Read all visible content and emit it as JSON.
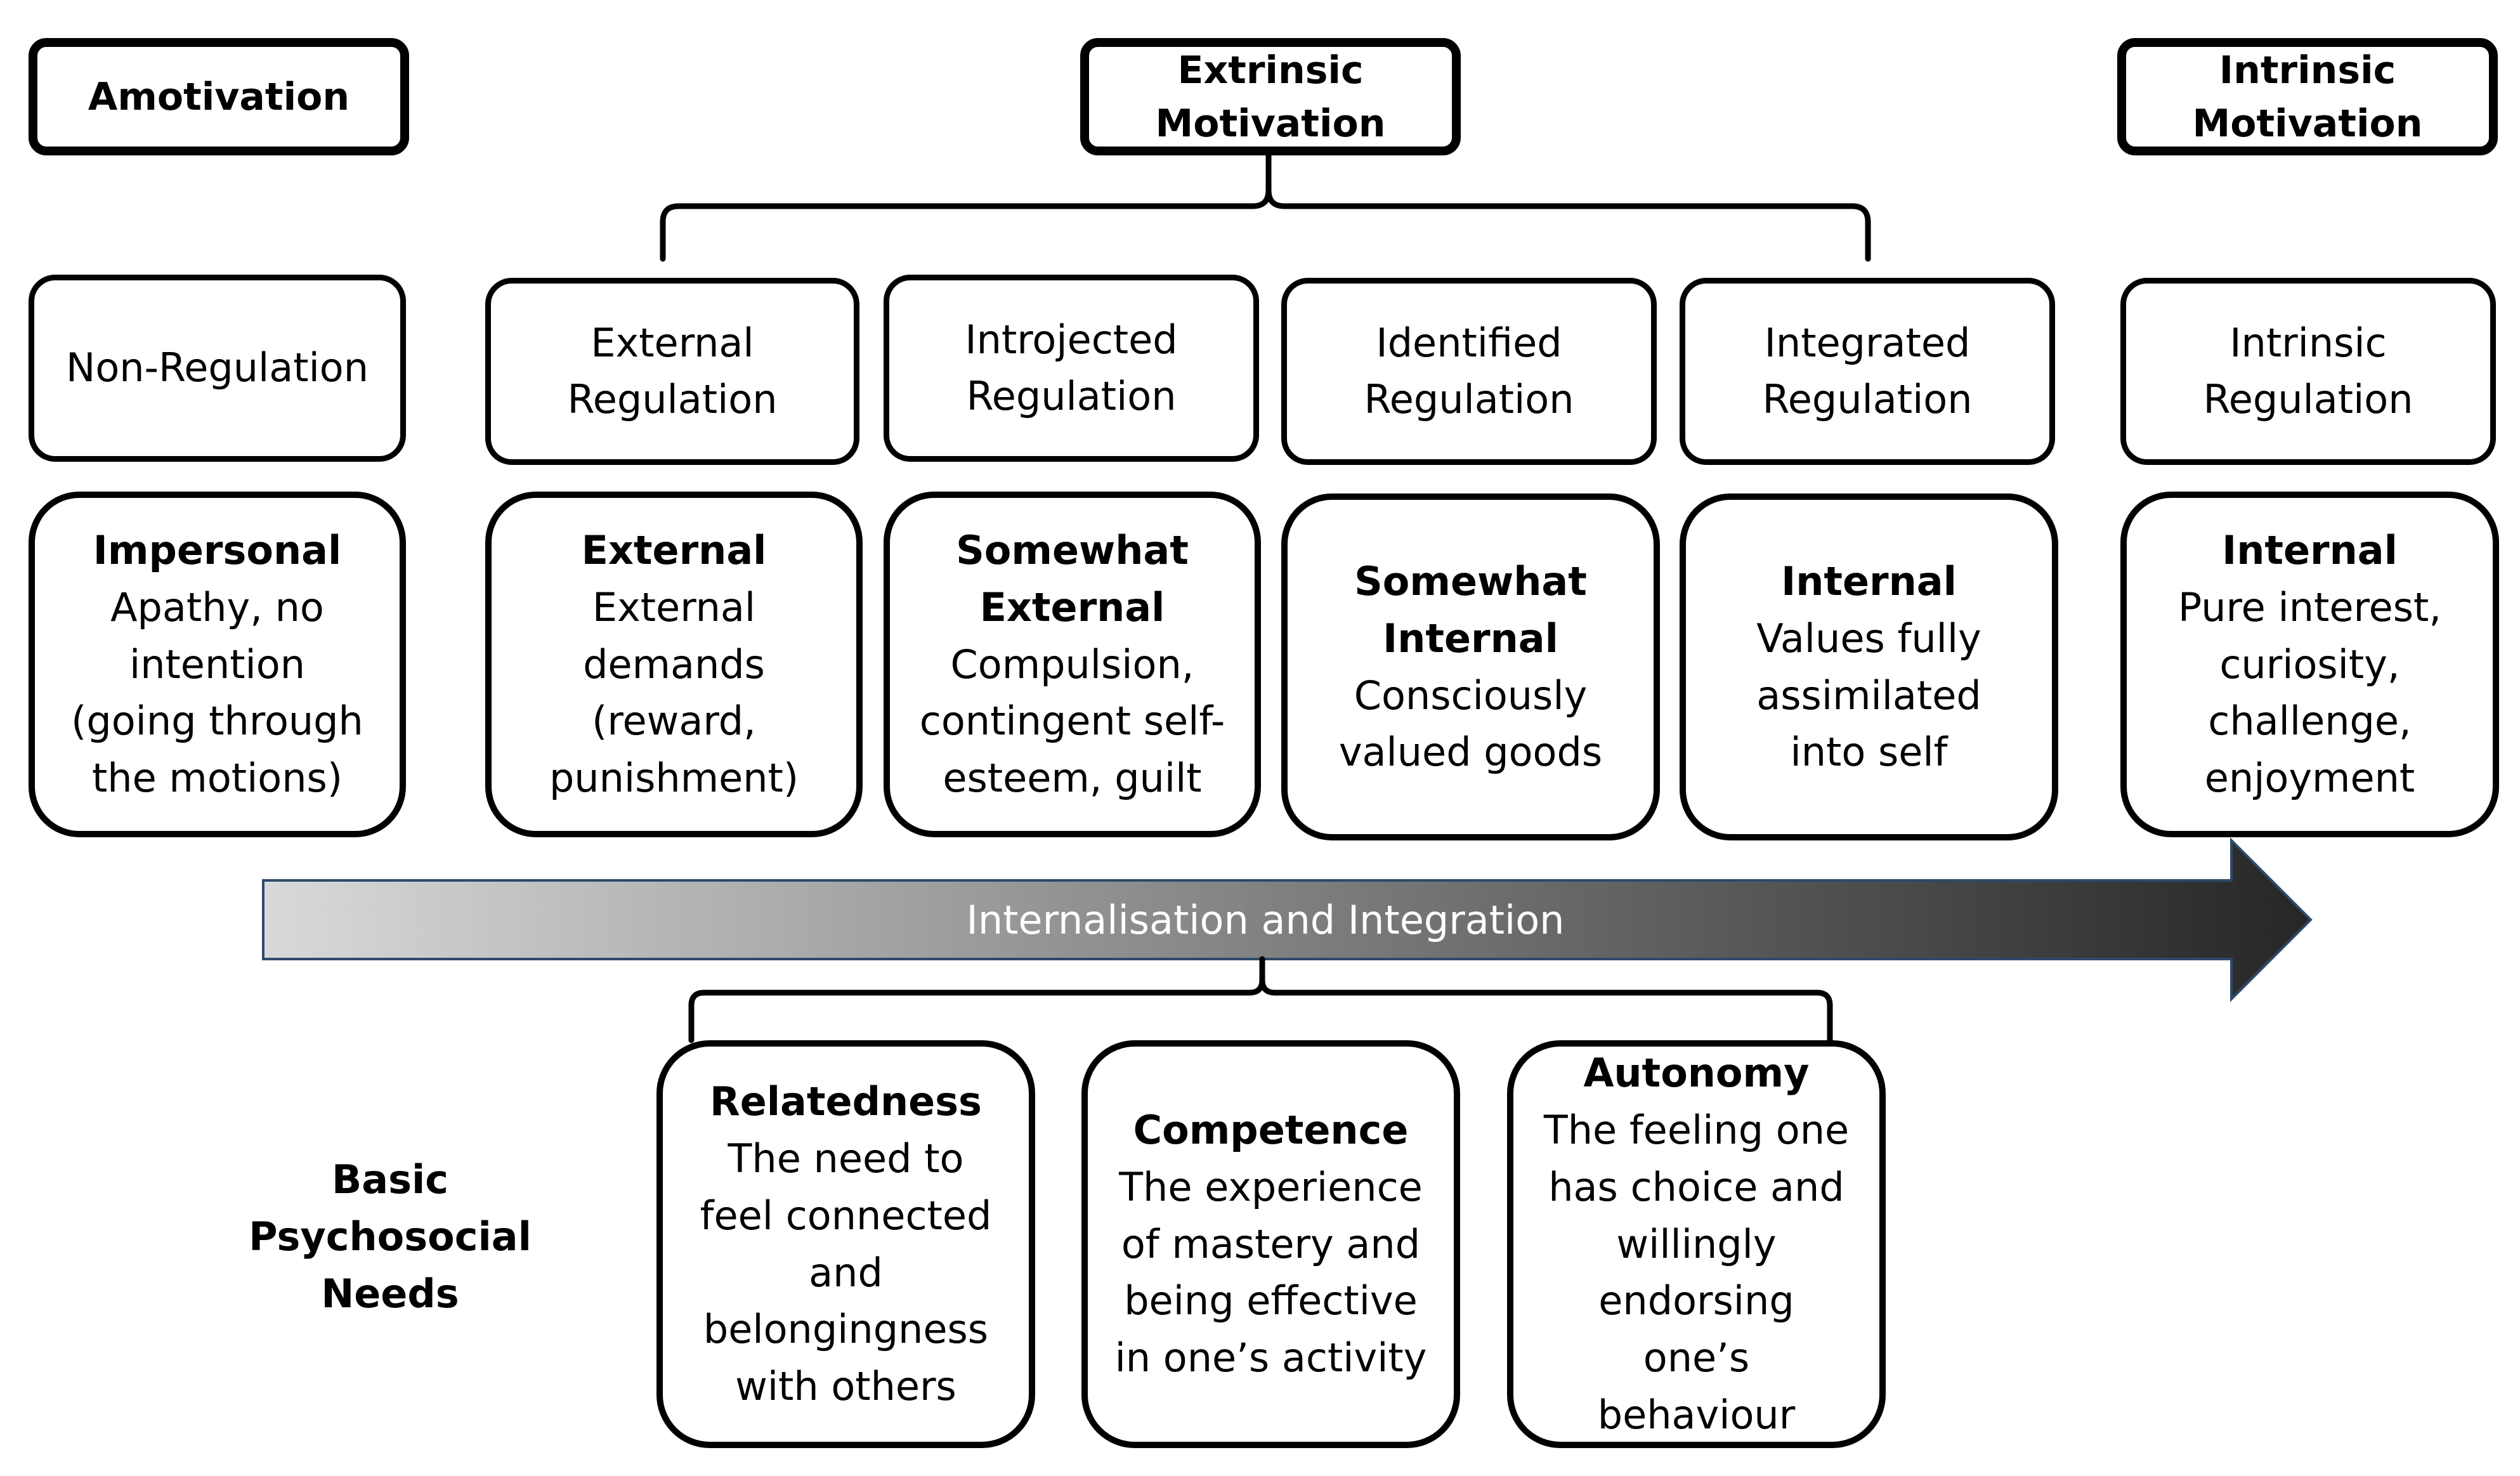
{
  "categories": {
    "amotivation": "Amotivation",
    "extrinsic": "Extrinsic\nMotivation",
    "intrinsic": "Intrinsic\nMotivation"
  },
  "regulations": [
    {
      "label": "Non-Regulation"
    },
    {
      "label": "External\nRegulation"
    },
    {
      "label": "Introjected\nRegulation"
    },
    {
      "label": "Identified\nRegulation"
    },
    {
      "label": "Integrated\nRegulation"
    },
    {
      "label": "Intrinsic\nRegulation"
    }
  ],
  "loci": [
    {
      "title": "Impersonal",
      "text": "Apathy, no\nintention\n(going through\nthe motions)"
    },
    {
      "title": "External",
      "text": "External\ndemands\n(reward,\npunishment)"
    },
    {
      "title": "Somewhat\nExternal",
      "text": "Compulsion,\ncontingent self-\nesteem, guilt"
    },
    {
      "title": "Somewhat\nInternal",
      "text": "Consciously\nvalued goods"
    },
    {
      "title": "Internal",
      "text": "Values fully\nassimilated\ninto self"
    },
    {
      "title": "Internal",
      "text": "Pure interest,\ncuriosity,\nchallenge,\nenjoyment"
    }
  ],
  "arrow": {
    "label": "Internalisation and Integration",
    "gradient_start": "#d9d9d9",
    "gradient_end": "#262626",
    "border_color": "#2e4a6b"
  },
  "needs_label": "Basic\nPsychosocial\nNeeds",
  "needs": [
    {
      "title": "Relatedness",
      "text": "The need to\nfeel connected\nand\nbelongingness\nwith others"
    },
    {
      "title": "Competence",
      "text": "The experience\nof mastery and\nbeing effective\nin one’s activity"
    },
    {
      "title": "Autonomy",
      "text": "The feeling one\nhas choice and\nwillingly\nendorsing\none’s\nbehaviour"
    }
  ]
}
